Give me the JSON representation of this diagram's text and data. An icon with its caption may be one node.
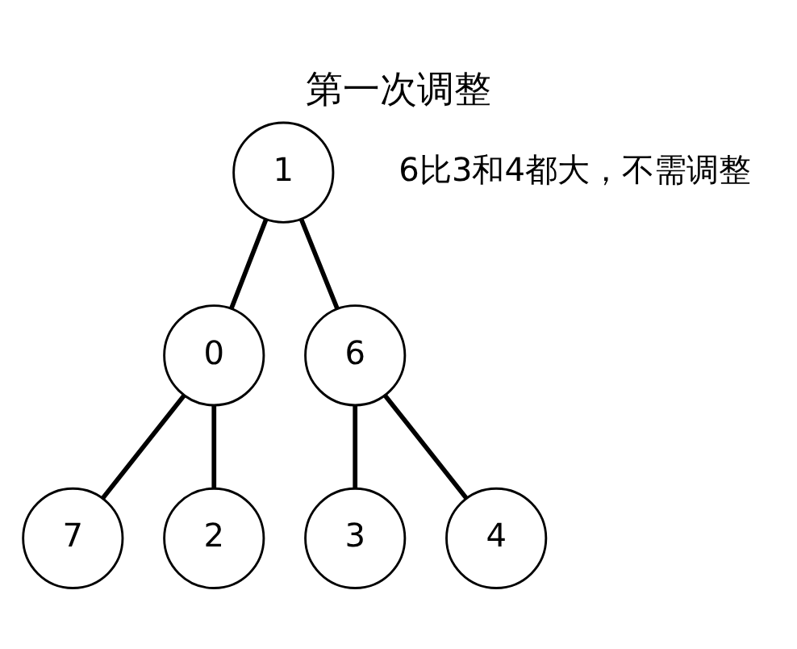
{
  "diagram": {
    "title": "第一次调整",
    "nodes": [
      {
        "text": [
          "1"
        ]
      },
      {
        "text": [
          "0"
        ]
      },
      {
        "text": [
          "6"
        ]
      },
      {
        "text": [
          "7"
        ]
      },
      {
        "text": [
          "2"
        ]
      },
      {
        "text": [
          "3"
        ]
      },
      {
        "text": [
          "4"
        ]
      }
    ],
    "edges": [
      {
        "from": 0,
        "to": 1,
        "arrow": "none"
      },
      {
        "from": 0,
        "to": 2,
        "arrow": "none"
      },
      {
        "from": 1,
        "to": 3,
        "arrow": "none"
      },
      {
        "from": 1,
        "to": 4,
        "arrow": "none"
      },
      {
        "from": 2,
        "to": 5,
        "arrow": "none"
      },
      {
        "from": 2,
        "to": 6,
        "arrow": "none"
      }
    ],
    "labels": [
      "6比3和4都大，不需调整"
    ]
  }
}
